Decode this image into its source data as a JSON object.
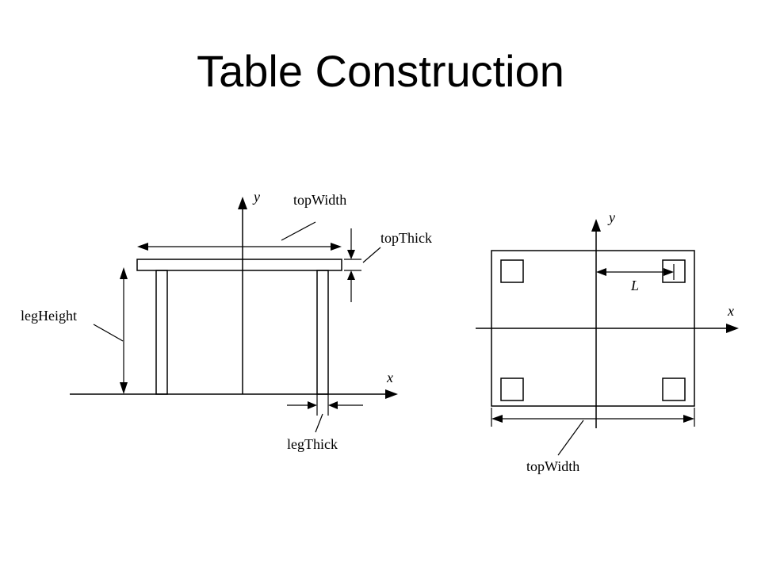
{
  "slide": {
    "title": "Table Construction"
  },
  "side_view": {
    "labels": {
      "x_axis": "x",
      "y_axis": "y",
      "top_width": "topWidth",
      "top_thick": "topThick",
      "leg_height": "legHeight",
      "leg_thick": "legThick"
    }
  },
  "top_view": {
    "labels": {
      "x_axis": "x",
      "y_axis": "y",
      "leg_offset": "L",
      "top_width": "topWidth"
    }
  },
  "colors": {
    "ink": "#000000",
    "background": "#ffffff"
  }
}
